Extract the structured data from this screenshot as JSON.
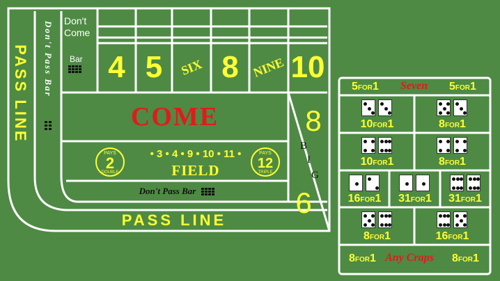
{
  "table": {
    "pass_line_side": "PASS LINE",
    "dont_pass_bar_side": "Don't Pass Bar",
    "dont_come": "Don't Come",
    "bar": "Bar",
    "numbers": [
      "4",
      "5",
      "SIX",
      "8",
      "NINE",
      "10"
    ],
    "come": "COME",
    "field": {
      "label": "FIELD",
      "numbers": "• 3 • 4 • 9 • 10 • 11 •",
      "pays_left": "PAYS",
      "left_value": "2",
      "left_mult": "DOUBLE",
      "pays_right": "PAYS",
      "right_value": "12",
      "right_mult": "TRIPLE"
    },
    "dont_pass_bar_bottom": "Don't Pass Bar",
    "pass_line_bottom": "PASS LINE",
    "big_8": "8",
    "big_6": "6",
    "big_letters": [
      "B",
      "I",
      "G"
    ]
  },
  "proposition": {
    "seven": "Seven",
    "seven_left": {
      "v": "5",
      "for": "FOR",
      "n": "1"
    },
    "seven_right": {
      "v": "5",
      "for": "FOR",
      "n": "1"
    },
    "hard": [
      {
        "v": "10",
        "for": "FOR",
        "n": "1",
        "dice": [
          3,
          3
        ]
      },
      {
        "v": "8",
        "for": "FOR",
        "n": "1",
        "dice": [
          5,
          3
        ]
      },
      {
        "v": "10",
        "for": "FOR",
        "n": "1",
        "dice": [
          4,
          6
        ]
      },
      {
        "v": "8",
        "for": "FOR",
        "n": "1",
        "dice": [
          4,
          4
        ]
      }
    ],
    "row3": [
      {
        "v": "16",
        "for": "FOR",
        "n": "1",
        "dice": [
          1,
          2
        ]
      },
      {
        "v": "31",
        "for": "FOR",
        "n": "1",
        "dice": [
          1,
          1
        ]
      },
      {
        "v": "31",
        "for": "FOR",
        "n": "1",
        "dice": [
          6,
          6
        ]
      }
    ],
    "row4": [
      {
        "v": "8",
        "for": "FOR",
        "n": "1",
        "dice": [
          5,
          6
        ]
      },
      {
        "v": "16",
        "for": "FOR",
        "n": "1",
        "dice": [
          6,
          5
        ]
      }
    ],
    "any_craps": "Any Craps",
    "craps_left": {
      "v": "8",
      "for": "FOR",
      "n": "1"
    },
    "craps_right": {
      "v": "8",
      "for": "FOR",
      "n": "1"
    }
  },
  "colors": {
    "felt": "#4e8a44",
    "lines": "#ffffff",
    "numbers": "#ffff33",
    "come": "#e21a1a"
  }
}
